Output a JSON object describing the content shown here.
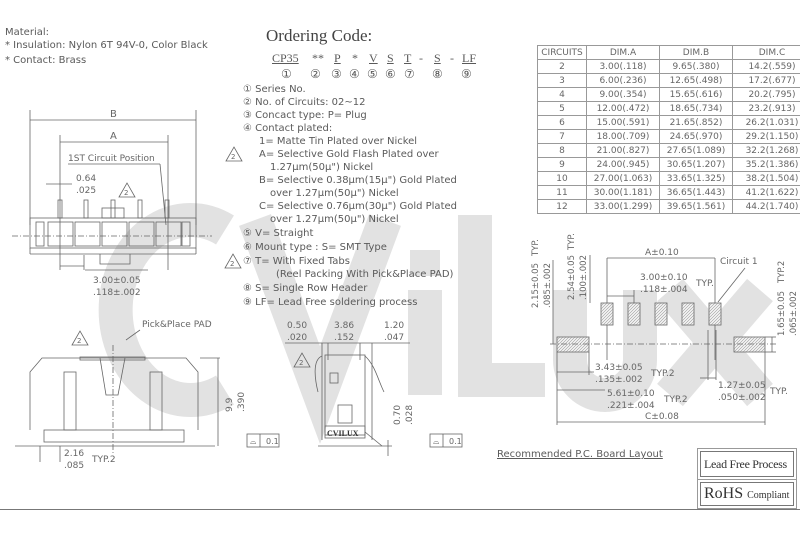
{
  "material": {
    "title": "Material:",
    "lines": [
      "* Insulation: Nylon 6T 94V-0, Color Black",
      "* Contact: Brass"
    ]
  },
  "ordering": {
    "title": "Ordering Code:",
    "parts": [
      "CP35",
      "**",
      "P",
      "*",
      "V",
      "S",
      "T",
      "-",
      "S",
      "-",
      "LF"
    ],
    "numbers": [
      "①",
      "②",
      "③",
      "④",
      "⑤",
      "⑥",
      "⑦",
      "⑧",
      "⑨"
    ],
    "items": [
      "① Series No.",
      "② No. of Circuits: 02~12",
      "③ Concact type: P= Plug",
      "④ Contact plated:",
      "1= Matte Tin Plated over Nickel",
      "A= Selective Gold Flash Plated over",
      "1.27µm(50µ\") Nickel",
      "B= Selective 0.38µm(15µ\") Gold  Plated",
      "over 1.27µm(50µ\") Nickel",
      "C= Selective 0.76µm(30µ\") Gold  Plated",
      "over 1.27µm(50µ\") Nickel",
      "⑤ V= Straight",
      "⑥ Mount type : S= SMT Type",
      "⑦ T= With Fixed Tabs",
      "(Reel Packing With Pick&Place PAD)",
      "⑧ S= Single Row Header",
      "⑨ LF= Lead Free soldering process"
    ],
    "revision_mark": "2"
  },
  "table": {
    "headers": [
      "CIRCUITS",
      "DIM.A",
      "DIM.B",
      "DIM.C"
    ],
    "rows": [
      [
        "2",
        "3.00(.118)",
        "9.65(.380)",
        "14.2(.559)"
      ],
      [
        "3",
        "6.00(.236)",
        "12.65(.498)",
        "17.2(.677)"
      ],
      [
        "4",
        "9.00(.354)",
        "15.65(.616)",
        "20.2(.795)"
      ],
      [
        "5",
        "12.00(.472)",
        "18.65(.734)",
        "23.2(.913)"
      ],
      [
        "6",
        "15.00(.591)",
        "21.65(.852)",
        "26.2(1.031)"
      ],
      [
        "7",
        "18.00(.709)",
        "24.65(.970)",
        "29.2(1.150)"
      ],
      [
        "8",
        "21.00(.827)",
        "27.65(1.089)",
        "32.2(1.268)"
      ],
      [
        "9",
        "24.00(.945)",
        "30.65(1.207)",
        "35.2(1.386)"
      ],
      [
        "10",
        "27.00(1.063)",
        "33.65(1.325)",
        "38.2(1.504)"
      ],
      [
        "11",
        "30.00(1.181)",
        "36.65(1.443)",
        "41.2(1.622)"
      ],
      [
        "12",
        "33.00(1.299)",
        "39.65(1.561)",
        "44.2(1.740)"
      ]
    ]
  },
  "top_view": {
    "dim_b": "B",
    "dim_a": "A",
    "first_circuit": "1ST Circuit Position",
    "pin_w_mm": "0.64",
    "pin_w_in": ".025",
    "pitch_mm": "3.00±0.05",
    "pitch_in": ".118±.002"
  },
  "front_view": {
    "pad_label": "Pick&Place PAD",
    "height_mm": "9.9",
    "height_in": ".390",
    "flatness": "0.1",
    "tab_mm": "2.16",
    "tab_in": ".085",
    "tab_note": "TYP.2"
  },
  "side_view": {
    "d1_mm": "0.50",
    "d1_in": ".020",
    "d2_mm": "3.86",
    "d2_in": ".152",
    "d3_mm": "1.20",
    "d3_in": ".047",
    "d4_mm": "0.70",
    "d4_in": ".028",
    "brand": "CVILUX",
    "flatness": "0.1"
  },
  "pcb": {
    "title": "Recommended P.C. Board Layout",
    "a": "A±0.10",
    "pitch_mm": "3.00±0.10",
    "pitch_in": ".118±.004",
    "pitch_note": "TYP.",
    "circuit1": "Circuit 1",
    "h1_mm": "2.15±0.05",
    "h1_in": ".085±.002",
    "h1_note": "TYP.",
    "h2_mm": "2.54±0.05",
    "h2_in": ".100±.002",
    "h2_note": "TYP.",
    "h3_mm": "1.65±0.05",
    "h3_in": ".065±.002",
    "h3_note": "TYP.2",
    "w1_mm": "3.43±0.05",
    "w1_in": ".135±.002",
    "w1_note": "TYP.2",
    "w2_mm": "5.61±0.10",
    "w2_in": ".221±.004",
    "w2_note": "TYP.2",
    "w3_mm": "1.27±0.05",
    "w3_in": ".050±.002",
    "w3_note": "TYP.",
    "c": "C±0.08"
  },
  "badges": {
    "lead_free": "Lead Free Process",
    "rohs_big": "RoHS",
    "rohs_small": "Compliant"
  },
  "watermark": "CviLux"
}
